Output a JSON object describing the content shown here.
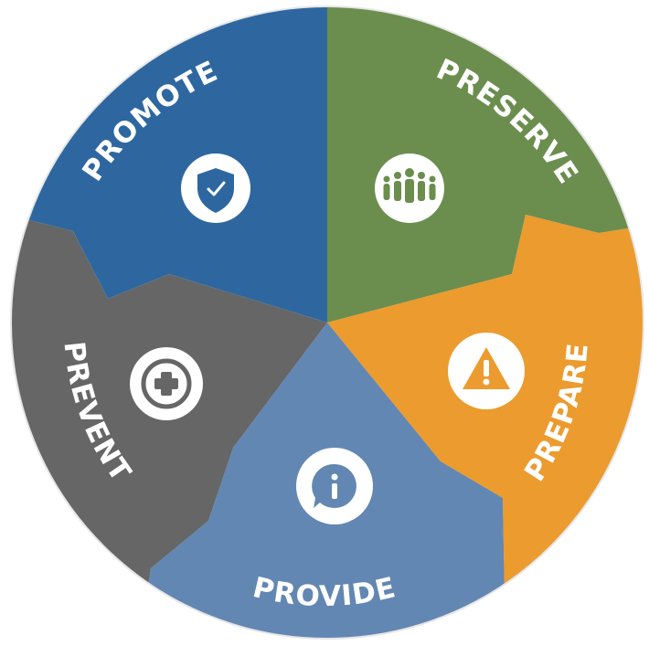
{
  "diagram": {
    "segments": [
      {
        "id": "promote",
        "label": "PROMOTE",
        "color": "#2e67a0",
        "icon": "shield-check-icon"
      },
      {
        "id": "preserve",
        "label": "PRESERVE",
        "color": "#6b8e4e",
        "icon": "people-group-icon"
      },
      {
        "id": "prepare",
        "label": "PREPARE",
        "color": "#ec9b2e",
        "icon": "warning-triangle-icon"
      },
      {
        "id": "provide",
        "label": "PROVIDE",
        "color": "#6287b2",
        "icon": "info-bubble-icon"
      },
      {
        "id": "prevent",
        "label": "PREVENT",
        "color": "#666666",
        "icon": "medical-cross-icon"
      }
    ]
  }
}
